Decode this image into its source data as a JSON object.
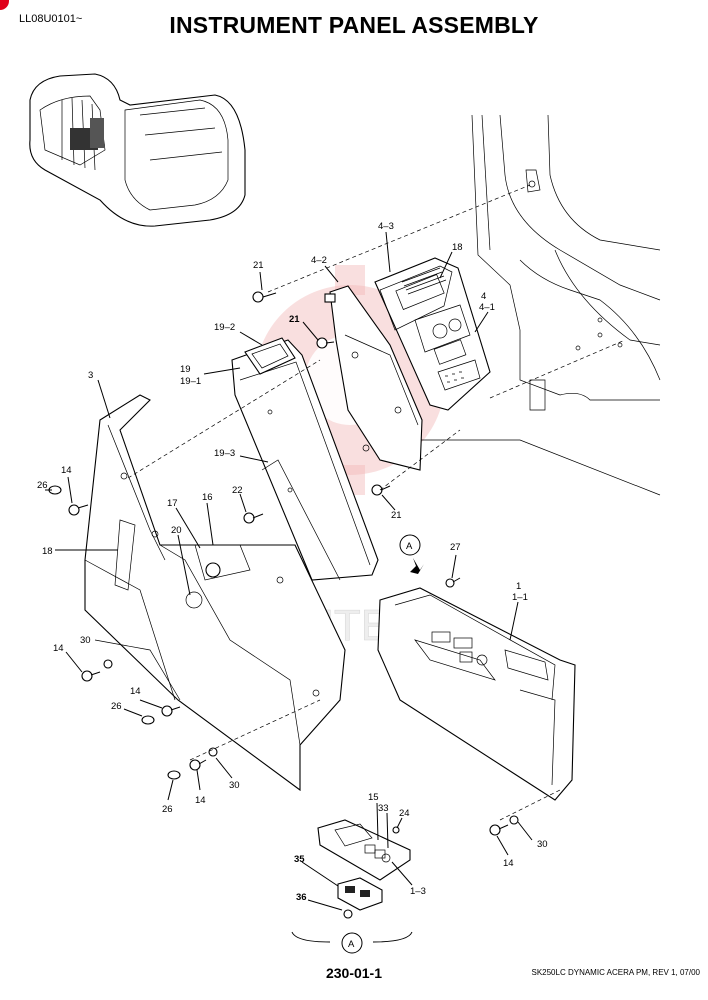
{
  "header": {
    "model_code": "LL08U0101~",
    "title": "INSTRUMENT PANEL ASSEMBLY"
  },
  "footer": {
    "page_number": "230-01-1",
    "note": "SK250LC DYNAMIC ACERA PM, REV 1, 07/00"
  },
  "watermark": {
    "text": "IAHTEX",
    "color": "#e8a0a0"
  },
  "callouts": [
    {
      "id": "lbl-4-3",
      "text": "4–3"
    },
    {
      "id": "lbl-18a",
      "text": "18"
    },
    {
      "id": "lbl-4-2",
      "text": "4–2"
    },
    {
      "id": "lbl-21a",
      "text": "21"
    },
    {
      "id": "lbl-4",
      "text": "4"
    },
    {
      "id": "lbl-4-1",
      "text": "4–1"
    },
    {
      "id": "lbl-19-2",
      "text": "19–2"
    },
    {
      "id": "lbl-21b",
      "text": "21"
    },
    {
      "id": "lbl-19",
      "text": "19"
    },
    {
      "id": "lbl-19-1",
      "text": "19–1"
    },
    {
      "id": "lbl-3",
      "text": "3"
    },
    {
      "id": "lbl-19-3",
      "text": "19–3"
    },
    {
      "id": "lbl-14a",
      "text": "14"
    },
    {
      "id": "lbl-26a",
      "text": "26"
    },
    {
      "id": "lbl-22",
      "text": "22"
    },
    {
      "id": "lbl-21c",
      "text": "21"
    },
    {
      "id": "lbl-17",
      "text": "17"
    },
    {
      "id": "lbl-16",
      "text": "16"
    },
    {
      "id": "lbl-20",
      "text": "20"
    },
    {
      "id": "lbl-18b",
      "text": "18"
    },
    {
      "id": "lbl-27",
      "text": "27"
    },
    {
      "id": "lbl-1",
      "text": "1"
    },
    {
      "id": "lbl-1-1",
      "text": "1–1"
    },
    {
      "id": "lbl-14b",
      "text": "14"
    },
    {
      "id": "lbl-30a",
      "text": "30"
    },
    {
      "id": "lbl-14c",
      "text": "14"
    },
    {
      "id": "lbl-26b",
      "text": "26"
    },
    {
      "id": "lbl-14d",
      "text": "14"
    },
    {
      "id": "lbl-30b",
      "text": "30"
    },
    {
      "id": "lbl-26c",
      "text": "26"
    },
    {
      "id": "lbl-15",
      "text": "15"
    },
    {
      "id": "lbl-33",
      "text": "33"
    },
    {
      "id": "lbl-24",
      "text": "24"
    },
    {
      "id": "lbl-30c",
      "text": "30"
    },
    {
      "id": "lbl-14e",
      "text": "14"
    },
    {
      "id": "lbl-35",
      "text": "35"
    },
    {
      "id": "lbl-1-3",
      "text": "1–3"
    },
    {
      "id": "lbl-36",
      "text": "36"
    },
    {
      "id": "view-a-marker",
      "text": "A"
    },
    {
      "id": "view-a-bottom",
      "text": "A"
    }
  ]
}
